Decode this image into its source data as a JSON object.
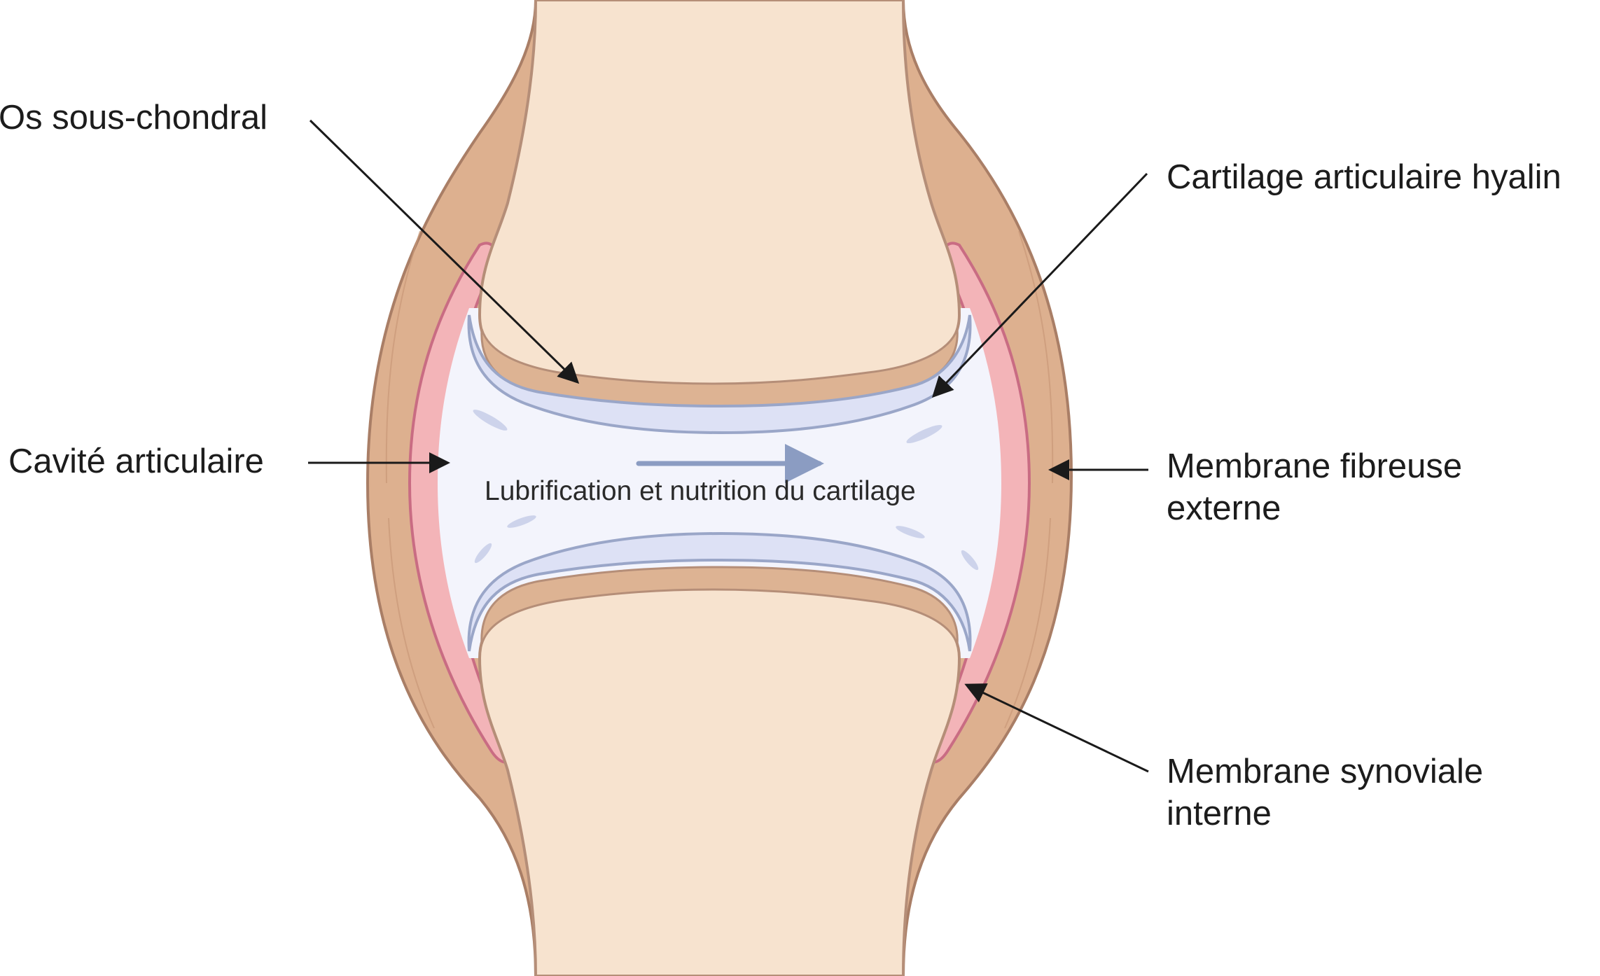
{
  "labels": {
    "os_sous_chondral": "Os sous-chondral",
    "cartilage": "Cartilage articulaire hyalin",
    "cavite": "Cavité articulaire",
    "membrane_fibreuse_line1": "Membrane fibreuse",
    "membrane_fibreuse_line2": "externe",
    "membrane_synoviale_line1": "Membrane synoviale",
    "membrane_synoviale_line2": "interne",
    "lubrification": "Lubrification et nutrition du cartilage"
  },
  "colors": {
    "bone": "#f7e3cf",
    "bone_outline": "#b58e78",
    "subchondral_bone": "#ddb393",
    "capsule": "#ddb08f",
    "capsule_outline": "#a97e66",
    "synovial_membrane": "#f3b4b8",
    "synovial_outline": "#c96c83",
    "cartilage": "#dde1f5",
    "cartilage_outline": "#9aa6c8",
    "cavity": "#f3f4fc",
    "flow_arrow": "#8b9cc2",
    "leader_line": "#1a1a1a"
  },
  "icons": {
    "flow": "arrow-right-icon"
  }
}
